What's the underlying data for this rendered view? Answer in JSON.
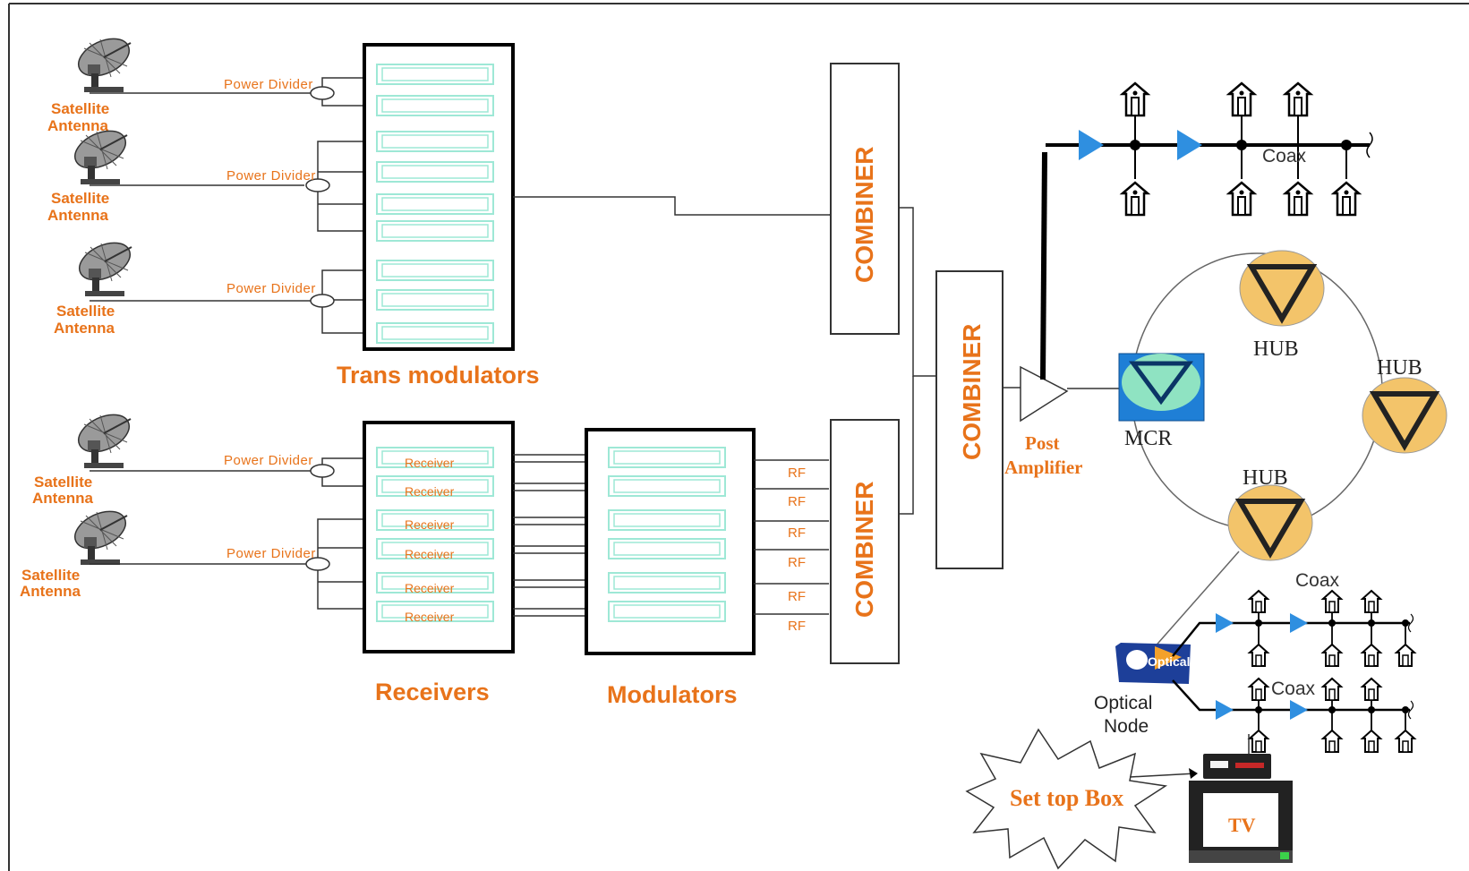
{
  "satellite_antennas": [
    {
      "line1": "Satellite",
      "line2": "Antenna"
    },
    {
      "line1": "Satellite",
      "line2": "Antenna"
    },
    {
      "line1": "Satellite",
      "line2": "Antenna"
    },
    {
      "line1": "Satellite",
      "line2": "Antenna"
    },
    {
      "line1": "Satellite",
      "line2": "Antenna"
    }
  ],
  "power_divider_label": "Power Divider",
  "blocks": {
    "trans_modulators": "Trans modulators",
    "receivers": "Receivers",
    "modulators": "Modulators",
    "combiner": "COMBINER"
  },
  "receiver_slot_label": "Receiver",
  "rf_label": "RF",
  "post_amplifier": {
    "line1": "Post",
    "line2": "Amplifier"
  },
  "network": {
    "mcr": "MCR",
    "hub": "HUB",
    "coax": "Coax",
    "optical_node": {
      "line1": "Optical",
      "line2": "Node",
      "badge": "Optical Rx"
    },
    "set_top_box": "Set top Box",
    "tv": "TV"
  },
  "colors": {
    "label_orange": "#e8731a",
    "amp_blue": "#2f8fe0",
    "hub_fill": "#f3c46a",
    "mcr_blue": "#1f7fd6",
    "mcr_green": "#8fe3c2",
    "module_cyan": "#9ee8d6"
  }
}
